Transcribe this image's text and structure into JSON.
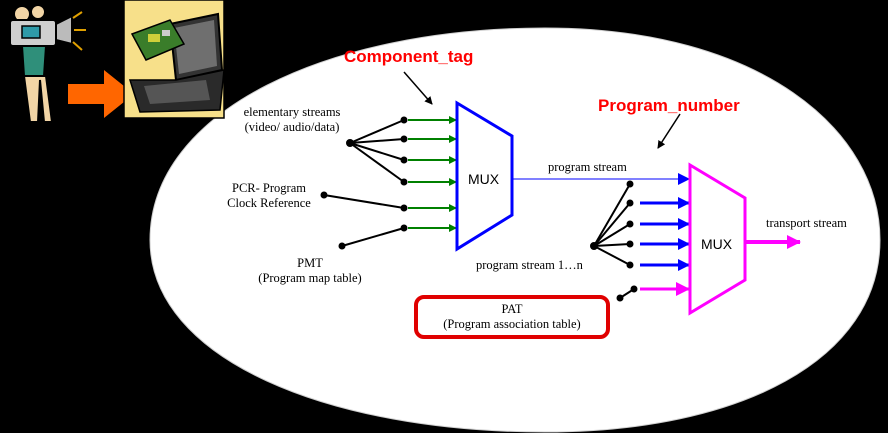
{
  "labels": {
    "component_tag": "Component_tag",
    "program_number": "Program_number",
    "elementary_streams_1": "elementary streams",
    "elementary_streams_2": "(video/ audio/data)",
    "pcr_1": "PCR- Program",
    "pcr_2": "Clock Reference",
    "pmt_1": "PMT",
    "pmt_2": "(Program map table)",
    "mux_left": "MUX",
    "mux_right": "MUX",
    "program_stream": "program stream",
    "program_stream_n": "program stream  1…n",
    "transport_stream": "transport stream",
    "pat_1": "PAT",
    "pat_2": "(Program association table)"
  },
  "colors": {
    "background": "#000000",
    "ellipse_fill": "#ffffff",
    "title": "#ff0000",
    "green_arrow": "#008000",
    "blue": "#0000ff",
    "magenta": "#ff00ff",
    "orange_arrow": "#ff6600",
    "pat_border": "#e00000"
  },
  "icons": [
    "camera-man-clipart",
    "laptop-clipart",
    "orange-arrow-icon"
  ]
}
